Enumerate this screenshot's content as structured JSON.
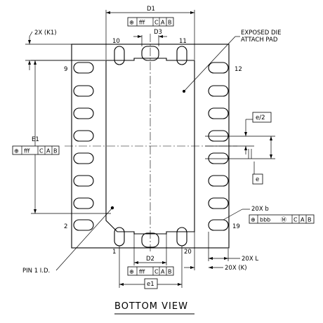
{
  "view_title": "BOTTOM VIEW",
  "dims": {
    "D1": "D1",
    "D2": "D2",
    "D3": "D3",
    "E1": "E1",
    "e1": "e1",
    "e": "e",
    "e_half": "e/2",
    "K1": "2X (K1)",
    "b": "20X b",
    "L": "20X L",
    "K": "20X (K)"
  },
  "callouts": {
    "exposed_pad_line1": "EXPOSED DIE",
    "exposed_pad_line2": "ATTACH PAD",
    "pin1": "PIN 1 I.D."
  },
  "pins": {
    "p1": "1",
    "p2": "2",
    "p9": "9",
    "p10": "10",
    "p11": "11",
    "p12": "12",
    "p19": "19",
    "p20": "20"
  },
  "fcf": {
    "sym_pos": "⊕",
    "sym_mmc": "Ⓜ",
    "fff": "fff",
    "bbb": "bbb",
    "A": "A",
    "B": "B",
    "C": "C"
  }
}
